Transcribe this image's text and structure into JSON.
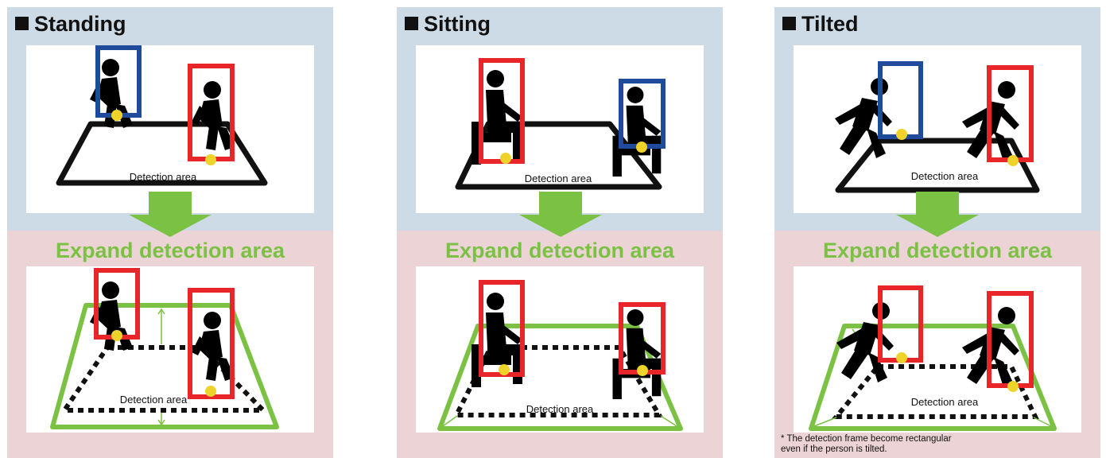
{
  "panels": [
    {
      "title": "Standing",
      "expand_label": "Expand detection area",
      "area_label_top": "Detection area",
      "area_label_bottom": "Detection area",
      "note": ""
    },
    {
      "title": "Sitting",
      "expand_label": "Expand detection area",
      "area_label_top": "Detection area",
      "area_label_bottom": "Detection area",
      "note": ""
    },
    {
      "title": "Tilted",
      "expand_label": "Expand detection area",
      "area_label_top": "Detection area",
      "area_label_bottom": "Detection area",
      "note": "* The detection frame become rectangular\n   even if the person is tilted."
    }
  ],
  "colors": {
    "top_background": "#cddbe6",
    "bottom_background": "#ecd3d6",
    "expand_text": "#7bc143",
    "arrow": "#7bc143",
    "frame_detected": "#e8262a",
    "frame_not_detected": "#1f4b9c",
    "foot_point": "#f0d32a"
  },
  "icons": [
    "person-walking-icon",
    "person-sitting-icon",
    "person-running-icon",
    "chair-icon",
    "foot-point-icon",
    "down-arrow-icon"
  ]
}
